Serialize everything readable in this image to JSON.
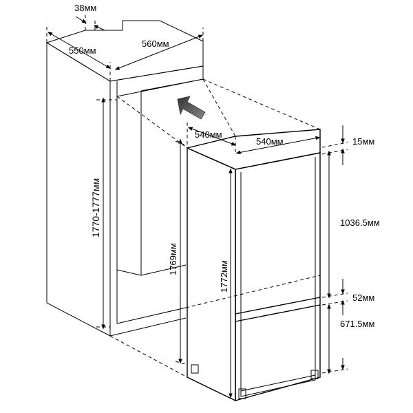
{
  "labels": {
    "niche_offset": "38мм",
    "niche_depth": "550мм",
    "niche_width": "560мм",
    "niche_height": "1770-1777мм",
    "fridge_depth": "540мм",
    "fridge_width": "540мм",
    "fridge_height_front": "1769мм",
    "fridge_height_side": "1772мм",
    "top_gap": "15мм",
    "upper_door": "1036.5мм",
    "middle_gap": "52мм",
    "lower_door": "671.5мм"
  },
  "colors": {
    "stroke": "#000000",
    "background": "#ffffff",
    "arrow_fill": "#555555"
  }
}
